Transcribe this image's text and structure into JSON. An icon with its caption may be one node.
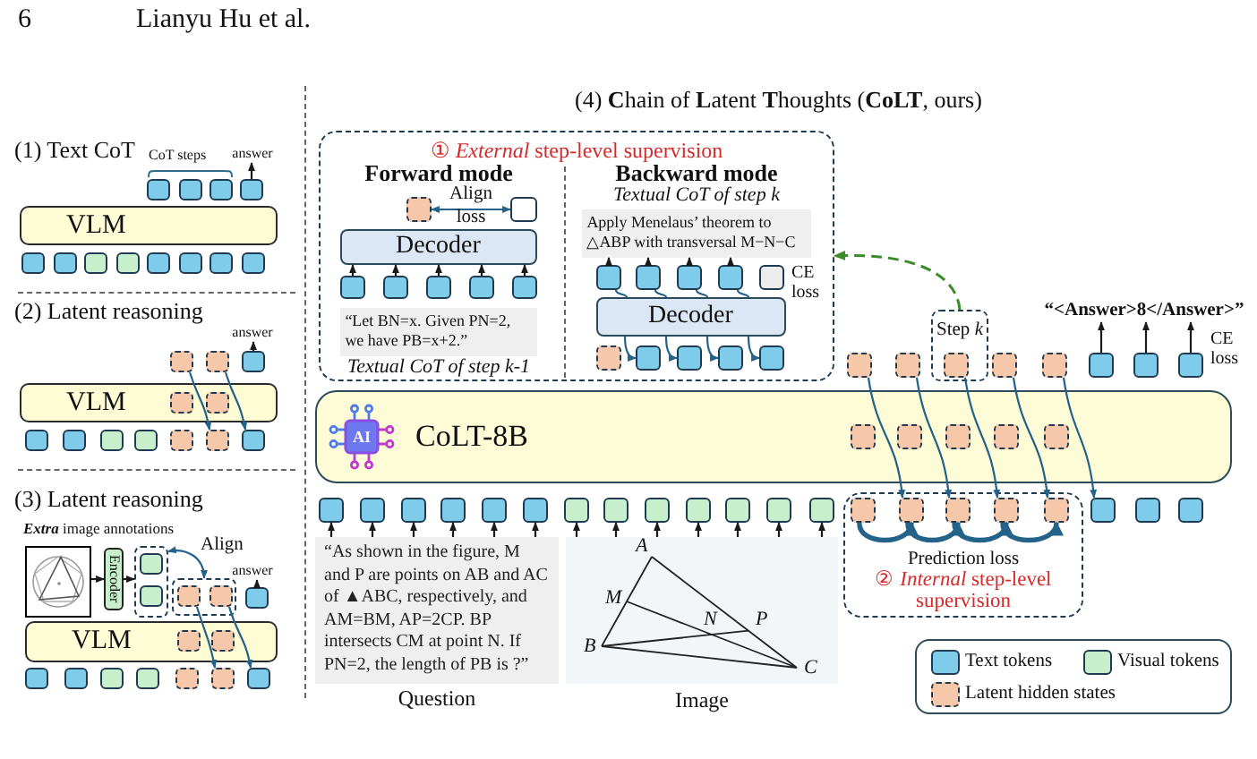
{
  "diagram": {
    "nodes": [
      {
        "text": [
          "answer"
        ]
      },
      {
        "text": [],
        "shape": "box"
      },
      {
        "text": [],
        "shape": "box"
      },
      {
        "text": [],
        "shape": "box"
      },
      {
        "text": [],
        "shape": "box"
      },
      {
        "text": [
          "VLM"
        ]
      },
      {
        "text": [],
        "shape": "box"
      },
      {
        "text": [],
        "shape": "box"
      },
      {
        "text": [],
        "shape": "box"
      },
      {
        "text": [],
        "shape": "box"
      },
      {
        "text": [],
        "shape": "box"
      },
      {
        "text": [],
        "shape": "box"
      },
      {
        "text": [],
        "shape": "box"
      },
      {
        "text": [],
        "shape": "box"
      },
      {
        "text": [
          "answer"
        ]
      },
      {
        "text": [],
        "shape": "box"
      },
      {
        "text": [],
        "shape": "box"
      },
      {
        "text": [],
        "shape": "box"
      },
      {
        "text": [
          "VLM"
        ]
      },
      {
        "text": [],
        "shape": "box",
        "in": 18
      },
      {
        "text": [],
        "shape": "box",
        "in": 18
      },
      {
        "text": [],
        "shape": "box"
      },
      {
        "text": [],
        "shape": "box"
      },
      {
        "text": [],
        "shape": "box"
      },
      {
        "text": [],
        "shape": "box"
      },
      {
        "text": [],
        "shape": "box"
      },
      {
        "text": [],
        "shape": "box"
      },
      {
        "text": [],
        "shape": "box"
      },
      {
        "text": [],
        "shape": "picture"
      },
      {
        "text": [
          "Encoder"
        ]
      },
      {
        "text": [],
        "shape": "box"
      },
      {
        "text": [],
        "shape": "box",
        "in": 30
      },
      {
        "text": [],
        "shape": "box",
        "in": 30
      },
      {
        "text": [
          "answer"
        ]
      },
      {
        "text": [],
        "shape": "box"
      },
      {
        "text": [],
        "shape": "box",
        "in": 34
      },
      {
        "text": [],
        "shape": "box",
        "in": 34
      },
      {
        "text": [],
        "shape": "box"
      },
      {
        "text": [
          "VLM"
        ]
      },
      {
        "text": [],
        "shape": "box",
        "in": 38
      },
      {
        "text": [],
        "shape": "box",
        "in": 38
      },
      {
        "text": [],
        "shape": "box"
      },
      {
        "text": [],
        "shape": "box"
      },
      {
        "text": [],
        "shape": "box"
      },
      {
        "text": [],
        "shape": "box"
      },
      {
        "text": [],
        "shape": "box"
      },
      {
        "text": [],
        "shape": "box"
      },
      {
        "text": [],
        "shape": "box"
      },
      {
        "text": [
          "① *External* step-level supervision",
          "Forward mode",
          "Backward mode"
        ]
      },
      {
        "text": [],
        "shape": "box",
        "in": 48
      },
      {
        "text": [],
        "shape": "box",
        "in": 48
      },
      {
        "text": [
          "Decoder"
        ],
        "in": 48
      },
      {
        "text": [],
        "shape": "box",
        "in": 48
      },
      {
        "text": [],
        "shape": "box",
        "in": 48
      },
      {
        "text": [],
        "shape": "box",
        "in": 48
      },
      {
        "text": [],
        "shape": "box",
        "in": 48
      },
      {
        "text": [],
        "shape": "box",
        "in": 48
      },
      {
        "text": [
          "“Let BN=x. Given PN=2, we have PB=x+2.”"
        ],
        "in": 48,
        "beside": [
          "Textual CoT of step k-1"
        ]
      },
      {
        "text": [
          "Apply Menelaus’ theorem to △ABP with transversal M−N−C"
        ],
        "in": 48,
        "beside": [
          "Textual CoT of step k"
        ]
      },
      {
        "text": [],
        "shape": "box",
        "in": 48
      },
      {
        "text": [],
        "shape": "box",
        "in": 48
      },
      {
        "text": [],
        "shape": "box",
        "in": 48
      },
      {
        "text": [],
        "shape": "box",
        "in": 48
      },
      {
        "text": [],
        "shape": "box",
        "in": 48,
        "beside": [
          "CE loss"
        ]
      },
      {
        "text": [
          "Decoder"
        ],
        "in": 48
      },
      {
        "text": [],
        "shape": "box",
        "in": 48
      },
      {
        "text": [],
        "shape": "box",
        "in": 48
      },
      {
        "text": [],
        "shape": "box",
        "in": 48
      },
      {
        "text": [],
        "shape": "box",
        "in": 48
      },
      {
        "text": [],
        "shape": "box",
        "in": 48
      },
      {
        "text": [
          "Step *k*"
        ]
      },
      {
        "text": [
          "“<Answer>8</Answer>”"
        ]
      },
      {
        "text": [],
        "shape": "box"
      },
      {
        "text": [],
        "shape": "box"
      },
      {
        "text": [],
        "shape": "box",
        "in": 70
      },
      {
        "text": [],
        "shape": "box"
      },
      {
        "text": [],
        "shape": "box"
      },
      {
        "text": [],
        "shape": "box"
      },
      {
        "text": [],
        "shape": "box"
      },
      {
        "text": [],
        "shape": "box",
        "beside": [
          "CE loss"
        ]
      },
      {
        "text": [
          "AI",
          "CoLT-8B"
        ]
      },
      {
        "text": [],
        "shape": "box",
        "in": 80
      },
      {
        "text": [],
        "shape": "box",
        "in": 80
      },
      {
        "text": [],
        "shape": "box",
        "in": 80
      },
      {
        "text": [],
        "shape": "box",
        "in": 80
      },
      {
        "text": [],
        "shape": "box",
        "in": 80
      },
      {
        "text": [],
        "shape": "box"
      },
      {
        "text": [],
        "shape": "box"
      },
      {
        "text": [],
        "shape": "box"
      },
      {
        "text": [],
        "shape": "box"
      },
      {
        "text": [],
        "shape": "box"
      },
      {
        "text": [],
        "shape": "box"
      },
      {
        "text": [],
        "shape": "box"
      },
      {
        "text": [],
        "shape": "box"
      },
      {
        "text": [],
        "shape": "box"
      },
      {
        "text": [],
        "shape": "box"
      },
      {
        "text": [],
        "shape": "box"
      },
      {
        "text": [],
        "shape": "box"
      },
      {
        "text": [],
        "shape": "box"
      },
      {
        "text": [
          "Prediction loss",
          "② *Internal* step-level supervision"
        ]
      },
      {
        "text": [],
        "shape": "box",
        "in": 99
      },
      {
        "text": [],
        "shape": "box",
        "in": 99
      },
      {
        "text": [],
        "shape": "box",
        "in": 99
      },
      {
        "text": [],
        "shape": "box",
        "in": 99
      },
      {
        "text": [],
        "shape": "box",
        "in": 99
      },
      {
        "text": [],
        "shape": "box"
      },
      {
        "text": [],
        "shape": "box"
      },
      {
        "text": [],
        "shape": "box"
      },
      {
        "text": [
          "“As shown in the figure, M and P are points on AB and AC of ▲ABC, respectively, and AM=BM, AP=2CP. BP intersects CM at point N. If PN=2, the length of PB is ?”"
        ],
        "beside": [
          "Question"
        ]
      },
      {
        "text": [],
        "shape": "picture",
        "beside": [
          "Image"
        ]
      }
    ],
    "edges": [
      {
        "from": 4,
        "to": 0,
        "arrow": "to"
      },
      {
        "from": 17,
        "to": 14,
        "arrow": "to"
      },
      {
        "from": 15,
        "to": 26,
        "arrow": "to",
        "color": "#24628a"
      },
      {
        "from": 16,
        "to": 27,
        "arrow": "to",
        "color": "#24628a"
      },
      {
        "from": 28,
        "to": 29,
        "arrow": "to"
      },
      {
        "from": 29,
        "to": 30,
        "arrow": "to"
      },
      {
        "from": 30,
        "to": 34,
        "arrow": "both",
        "label": "Align",
        "color": "#24628a"
      },
      {
        "from": 37,
        "to": 33,
        "arrow": "to"
      },
      {
        "from": 35,
        "to": 46,
        "arrow": "to",
        "color": "#24628a"
      },
      {
        "from": 36,
        "to": 47,
        "arrow": "to",
        "color": "#24628a"
      },
      {
        "from": 49,
        "to": 50,
        "arrow": "both",
        "label": "Align loss",
        "color": "#24628a"
      },
      {
        "from": 52,
        "to": 51,
        "arrow": "to"
      },
      {
        "from": 53,
        "to": 51,
        "arrow": "to"
      },
      {
        "from": 54,
        "to": 51,
        "arrow": "to"
      },
      {
        "from": 55,
        "to": 51,
        "arrow": "to"
      },
      {
        "from": 56,
        "to": 51,
        "arrow": "to"
      },
      {
        "from": 59,
        "to": 58,
        "arrow": "to"
      },
      {
        "from": 60,
        "to": 58,
        "arrow": "to"
      },
      {
        "from": 61,
        "to": 58,
        "arrow": "to"
      },
      {
        "from": 62,
        "to": 58,
        "arrow": "to"
      },
      {
        "from": 59,
        "to": 64,
        "arrow": "none",
        "color": "#24628a"
      },
      {
        "from": 60,
        "to": 64,
        "arrow": "none",
        "color": "#24628a"
      },
      {
        "from": 61,
        "to": 64,
        "arrow": "none",
        "color": "#24628a"
      },
      {
        "from": 62,
        "to": 64,
        "arrow": "none",
        "color": "#24628a"
      },
      {
        "from": 64,
        "to": 66,
        "arrow": "to",
        "color": "#24628a"
      },
      {
        "from": 64,
        "to": 67,
        "arrow": "to",
        "color": "#24628a"
      },
      {
        "from": 64,
        "to": 68,
        "arrow": "to",
        "color": "#24628a"
      },
      {
        "from": 64,
        "to": 69,
        "arrow": "to",
        "color": "#24628a"
      },
      {
        "from": 70,
        "to": 48,
        "arrow": "to",
        "style": "dashed",
        "color": "#3b8b2b"
      },
      {
        "from": 77,
        "to": 71,
        "arrow": "to"
      },
      {
        "from": 78,
        "to": 71,
        "arrow": "to"
      },
      {
        "from": 79,
        "to": 71,
        "arrow": "to"
      },
      {
        "from": 72,
        "to": 101,
        "arrow": "to",
        "color": "#24628a"
      },
      {
        "from": 73,
        "to": 102,
        "arrow": "to",
        "color": "#24628a"
      },
      {
        "from": 74,
        "to": 103,
        "arrow": "to",
        "color": "#24628a"
      },
      {
        "from": 75,
        "to": 104,
        "arrow": "to",
        "color": "#24628a"
      },
      {
        "from": 76,
        "to": 105,
        "arrow": "to",
        "color": "#24628a"
      },
      {
        "from": 100,
        "to": 101,
        "arrow": "to",
        "style": "thick",
        "color": "#24628a"
      },
      {
        "from": 101,
        "to": 102,
        "arrow": "to",
        "style": "thick",
        "color": "#24628a"
      },
      {
        "from": 102,
        "to": 103,
        "arrow": "to",
        "style": "thick",
        "color": "#24628a"
      },
      {
        "from": 103,
        "to": 104,
        "arrow": "to",
        "style": "thick",
        "color": "#24628a"
      },
      {
        "from": 108,
        "to": 86,
        "arrow": "to"
      },
      {
        "from": 108,
        "to": 87,
        "arrow": "to"
      },
      {
        "from": 108,
        "to": 88,
        "arrow": "to"
      },
      {
        "from": 108,
        "to": 89,
        "arrow": "to"
      },
      {
        "from": 108,
        "to": 90,
        "arrow": "to"
      },
      {
        "from": 108,
        "to": 91,
        "arrow": "to"
      },
      {
        "from": 109,
        "to": 92,
        "arrow": "to"
      },
      {
        "from": 109,
        "to": 93,
        "arrow": "to"
      },
      {
        "from": 109,
        "to": 94,
        "arrow": "to"
      },
      {
        "from": 109,
        "to": 95,
        "arrow": "to"
      },
      {
        "from": 109,
        "to": 96,
        "arrow": "to"
      },
      {
        "from": 109,
        "to": 97,
        "arrow": "to"
      },
      {
        "from": 109,
        "to": 98,
        "arrow": "to"
      }
    ],
    "labels": [
      "6",
      "Lianyu Hu et al.",
      "(4) **C**hain of **L**atent **T**houghts (**CoLT**, ours)",
      "(1) Text CoT",
      "CoT steps",
      "(2) Latent reasoning",
      "(3) Latent reasoning",
      "**Extra** image annotations",
      "A",
      "M",
      "N",
      "P",
      "B",
      "C"
    ],
    "legend": [
      {
        "text": "Text tokens",
        "color": "#7fcbea"
      },
      {
        "text": "Visual tokens",
        "color": "#c8efcb"
      },
      {
        "text": "Latent hidden states",
        "color": "#f6c7a9"
      }
    ]
  }
}
